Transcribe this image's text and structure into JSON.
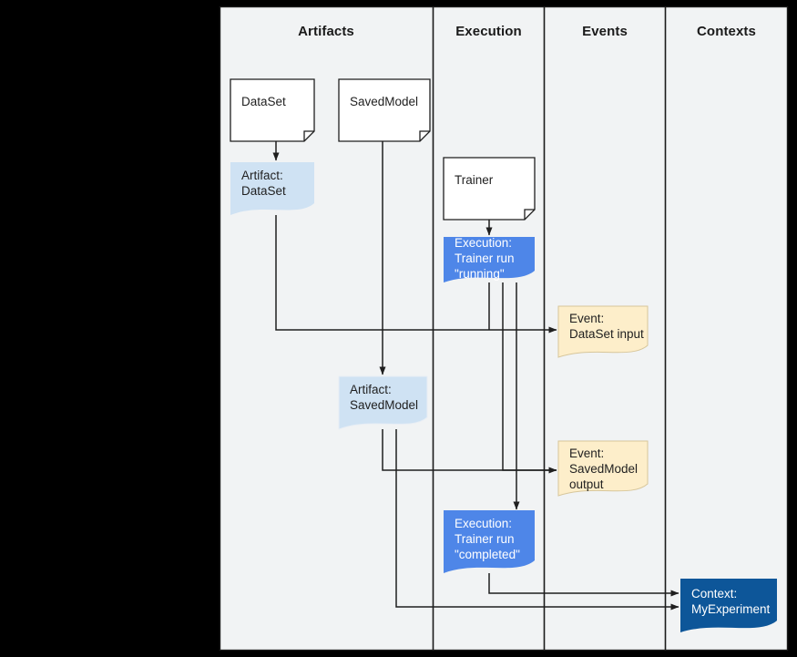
{
  "diagram": {
    "title": "ML Metadata lifecycle diagram",
    "background_color": "#f1f3f4",
    "outer_background_color": "#000000",
    "lane_border_color": "#1a1a1a"
  },
  "lanes": [
    {
      "id": "artifacts",
      "label": "Artifacts"
    },
    {
      "id": "execution",
      "label": "Execution"
    },
    {
      "id": "events",
      "label": "Events"
    },
    {
      "id": "contexts",
      "label": "Contexts"
    }
  ],
  "nodes": [
    {
      "id": "dataset-type",
      "kind": "document",
      "lane": "artifacts",
      "label": "DataSet",
      "fill": "#ffffff",
      "stroke": "#1f1f1f",
      "text_color": "#1f1f1f"
    },
    {
      "id": "savedmodel-type",
      "kind": "document",
      "lane": "artifacts",
      "label": "SavedModel",
      "fill": "#ffffff",
      "stroke": "#1f1f1f",
      "text_color": "#1f1f1f"
    },
    {
      "id": "artifact-dataset",
      "kind": "artifact",
      "lane": "artifacts",
      "label": "Artifact:\nDataSet",
      "line1": "Artifact:",
      "line2": "DataSet",
      "fill": "#cfe2f3",
      "text_color": "#1f1f1f"
    },
    {
      "id": "trainer-type",
      "kind": "document",
      "lane": "execution",
      "label": "Trainer",
      "fill": "#ffffff",
      "stroke": "#1f1f1f",
      "text_color": "#1f1f1f"
    },
    {
      "id": "execution-running",
      "kind": "execution",
      "lane": "execution",
      "label": "Execution:\nTrainer run\n\"running\"",
      "line1": "Execution:",
      "line2": "Trainer run",
      "line3": "\"running\"",
      "fill": "#4e86e8",
      "text_color": "#ffffff"
    },
    {
      "id": "event-dataset-input",
      "kind": "event",
      "lane": "events",
      "label": "Event:\nDataSet input",
      "line1": "Event:",
      "line2": "DataSet input",
      "fill": "#fdeeca",
      "stroke": "#d7c69a",
      "text_color": "#1f1f1f"
    },
    {
      "id": "artifact-savedmodel",
      "kind": "artifact",
      "lane": "artifacts",
      "label": "Artifact:\nSavedModel",
      "line1": "Artifact:",
      "line2": "SavedModel",
      "fill": "#cfe2f3",
      "text_color": "#1f1f1f"
    },
    {
      "id": "event-savedmodel-output",
      "kind": "event",
      "lane": "events",
      "label": "Event:\nSavedModel\noutput",
      "line1": "Event:",
      "line2": "SavedModel",
      "line3": "output",
      "fill": "#fdeeca",
      "stroke": "#d7c69a",
      "text_color": "#1f1f1f"
    },
    {
      "id": "execution-completed",
      "kind": "execution",
      "lane": "execution",
      "label": "Execution:\nTrainer run\n\"completed\"",
      "line1": "Execution:",
      "line2": "Trainer run",
      "line3": "\"completed\"",
      "fill": "#4e86e8",
      "text_color": "#ffffff"
    },
    {
      "id": "context-myexperiment",
      "kind": "context",
      "lane": "contexts",
      "label": "Context:\nMyExperiment",
      "line1": "Context:",
      "line2": "MyExperiment",
      "fill": "#0d5699",
      "text_color": "#ffffff"
    }
  ],
  "edges": [
    {
      "id": "dataset-to-artifact",
      "from": "dataset-type",
      "to": "artifact-dataset"
    },
    {
      "id": "artifact-dataset-to-event-input",
      "from": "artifact-dataset",
      "to": "event-dataset-input"
    },
    {
      "id": "savedmodel-to-artifact",
      "from": "savedmodel-type",
      "to": "artifact-savedmodel"
    },
    {
      "id": "trainer-to-execution-running",
      "from": "trainer-type",
      "to": "execution-running"
    },
    {
      "id": "execution-running-to-event-input",
      "from": "execution-running",
      "to": "event-dataset-input"
    },
    {
      "id": "execution-running-to-event-output",
      "from": "execution-running",
      "to": "event-savedmodel-output"
    },
    {
      "id": "execution-running-to-execution-completed",
      "from": "execution-running",
      "to": "execution-completed"
    },
    {
      "id": "artifact-savedmodel-to-event-output",
      "from": "artifact-savedmodel",
      "to": "event-savedmodel-output"
    },
    {
      "id": "artifact-savedmodel-to-context",
      "from": "artifact-savedmodel",
      "to": "context-myexperiment"
    },
    {
      "id": "execution-completed-to-context",
      "from": "execution-completed",
      "to": "context-myexperiment"
    }
  ]
}
